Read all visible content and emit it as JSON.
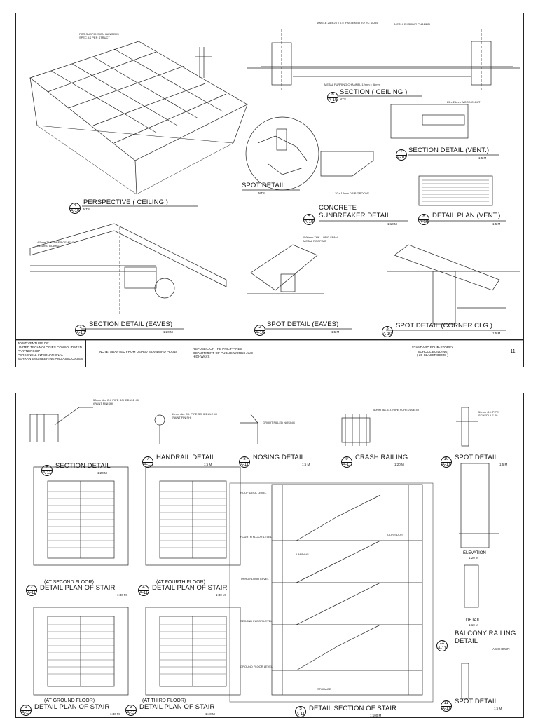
{
  "sheet1": {
    "details": {
      "perspective": {
        "title": "PERSPECTIVE ( CEILING )",
        "num": "4",
        "ref": "A-10",
        "scale": "NTS"
      },
      "section_ceiling": {
        "title": "SECTION ( CEILING )",
        "num": "6",
        "ref": "A-10",
        "scale": "NTS"
      },
      "section_vent": {
        "title": "SECTION DETAIL (VENT.)",
        "num": "7",
        "ref": "A-10",
        "scale": "1:5 M"
      },
      "spot_detail": {
        "title": "SPOT DETAIL",
        "scale": "NTS"
      },
      "concrete": {
        "title_line1": "CONCRETE",
        "title_line2": "SUNBREAKER DETAIL",
        "num": "5",
        "ref": "A-10",
        "scale": "1:10 M"
      },
      "detail_plan_vent": {
        "title": "DETAIL PLAN (VENT.)",
        "num": "8",
        "ref": "A-10",
        "scale": "1:5 M"
      },
      "section_eaves": {
        "title": "SECTION DETAIL (EAVES)",
        "num": "1",
        "ref": "A-10",
        "scale": "1:20 M"
      },
      "spot_eaves": {
        "title": "SPOT DETAIL (EAVES)",
        "num": "2",
        "ref": "A-10",
        "scale": "1:5 M"
      },
      "spot_corner": {
        "title": "SPOT DETAIL (CORNER CLG.)",
        "num": "3",
        "ref": "A-10",
        "scale": "1:5 M"
      }
    },
    "title_block": {
      "venture": "JOINT VENTURE OF:",
      "firm1": "UNITED TECHNOLOGIES CONSOLIDATED PARTNERSHIP",
      "firm2": "PERSONELL INTERNATIONAL",
      "firm3": "SEHRAN ENGINEERING AND ASSOCIATES",
      "note": "NOTE: ADAPTED FROM DEPED STANDARD PLANS",
      "agency1": "REPUBLIC OF THE PHILIPPINES",
      "agency2": "DEPARTMENT OF PUBLIC WORKS AND HIGHWAYS",
      "project1": "STANDARD FOUR-STOREY",
      "project2": "SCHOOL BUILDING",
      "project3": "( 20-CLASSROOMS )",
      "sheet_no": "11"
    }
  },
  "sheet2": {
    "details": {
      "section_detail": {
        "title": "SECTION DETAIL",
        "num": "6",
        "ref": "A-11",
        "scale": "1:20 M"
      },
      "handrail": {
        "title": "HANDRAIL DETAIL",
        "num": "7",
        "ref": "A-11",
        "scale": "1:5 M"
      },
      "nosing": {
        "title": "NOSING DETAIL",
        "num": "8",
        "ref": "A-11",
        "scale": "1:5 M"
      },
      "crash": {
        "title": "CRASH RAILING",
        "num": "9",
        "ref": "A-11",
        "scale": "1:20 M"
      },
      "spot10": {
        "title": "SPOT DETAIL",
        "num": "10",
        "ref": "A-11",
        "scale": "1:5 M"
      },
      "plan2": {
        "floor": "(AT SECOND FLOOR)",
        "title": "DETAIL PLAN OF STAIR",
        "num": "2",
        "ref": "A-11",
        "scale": "1:40 M"
      },
      "plan4": {
        "floor": "(AT FOURTH FLOOR)",
        "title": "DETAIL PLAN OF STAIR",
        "num": "4",
        "ref": "A-11",
        "scale": "1:40 M"
      },
      "plan1": {
        "floor": "(AT GROUND FLOOR)",
        "title": "DETAIL PLAN OF STAIR",
        "num": "1",
        "ref": "A-11",
        "scale": "1:40 M"
      },
      "plan3": {
        "floor": "(AT THIRD FLOOR)",
        "title": "DETAIL PLAN OF STAIR",
        "num": "3",
        "ref": "A-11",
        "scale": "1:40 M"
      },
      "section5": {
        "title": "DETAIL SECTION OF STAIR",
        "num": "5",
        "ref": "A-11",
        "scale": "1:100 M"
      },
      "elevation": {
        "title": "ELEVATION",
        "scale": "1:20 M"
      },
      "detail": {
        "title": "DETAIL",
        "scale": "1:10 M"
      },
      "balcony": {
        "title_line1": "BALCONY RAILING",
        "title_line2": "DETAIL",
        "num": "12",
        "ref": "A-11",
        "scale": "AS SHOWN"
      },
      "spot11": {
        "title": "SPOT DETAIL",
        "num": "11",
        "ref": "A-11",
        "scale": "1:5 M"
      }
    },
    "floor_labels": [
      "ROOF DECK LEVEL",
      "FOURTH FLOOR LEVEL",
      "THIRD FLOOR LEVEL",
      "SECOND FLOOR LEVEL",
      "GROUND FLOOR LEVEL"
    ],
    "room_labels": [
      "CORRIDOR",
      "LANDING",
      "STORAGE"
    ]
  }
}
